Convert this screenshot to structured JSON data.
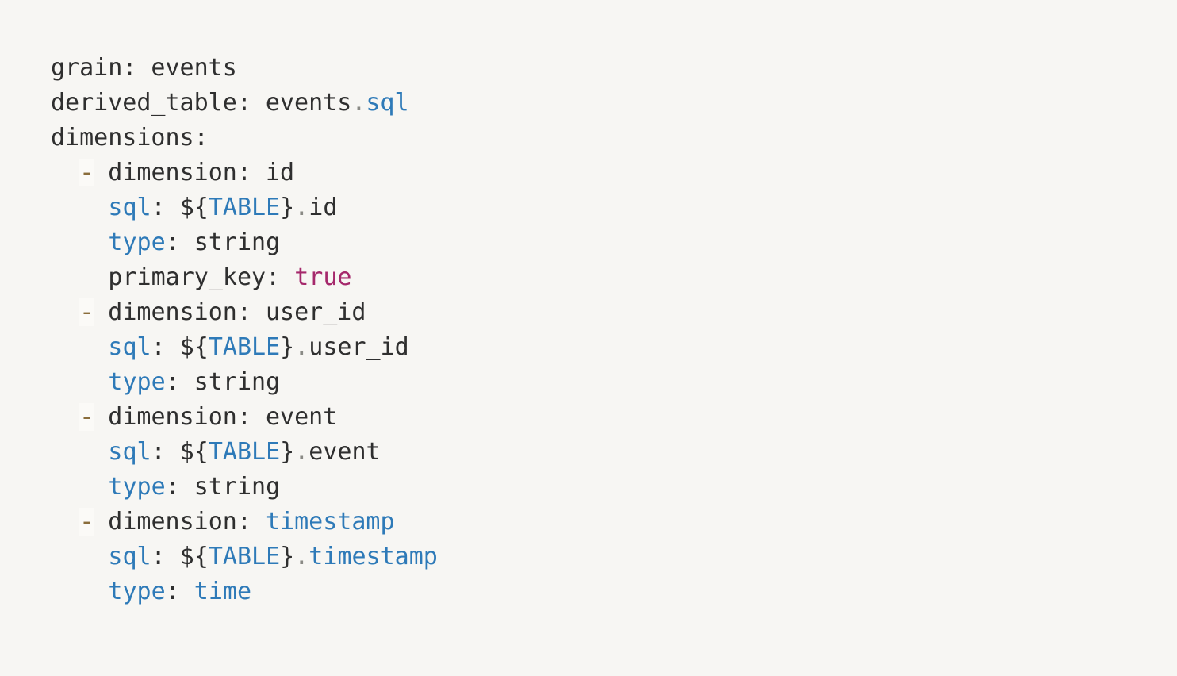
{
  "editor": {
    "background_color": "#f7f6f3",
    "default_text_color": "#2f2f2f",
    "keyword_color": "#2e7ab8",
    "boolean_color": "#a5286b",
    "dash_color": "#8a6d3b",
    "dot_color": "#8a8a85",
    "language": "lookml"
  },
  "code": {
    "lines": [
      {
        "indent": 0,
        "tokens": [
          {
            "t": "grain",
            "c": "key"
          },
          {
            "t": ":",
            "c": "colon"
          },
          {
            "t": " events",
            "c": "plain"
          }
        ]
      },
      {
        "indent": 0,
        "tokens": [
          {
            "t": "derived_table",
            "c": "key"
          },
          {
            "t": ":",
            "c": "colon"
          },
          {
            "t": " events",
            "c": "plain"
          },
          {
            "t": ".",
            "c": "dot"
          },
          {
            "t": "sql",
            "c": "kw"
          }
        ]
      },
      {
        "indent": 0,
        "tokens": [
          {
            "t": "dimensions",
            "c": "key"
          },
          {
            "t": ":",
            "c": "colon"
          }
        ]
      },
      {
        "indent": 1,
        "tokens": [
          {
            "t": "-",
            "c": "dash"
          },
          {
            "t": " dimension",
            "c": "key"
          },
          {
            "t": ":",
            "c": "colon"
          },
          {
            "t": " id",
            "c": "plain"
          }
        ]
      },
      {
        "indent": 2,
        "tokens": [
          {
            "t": "sql",
            "c": "kw"
          },
          {
            "t": ":",
            "c": "colon"
          },
          {
            "t": " ${",
            "c": "punct"
          },
          {
            "t": "TABLE",
            "c": "kw"
          },
          {
            "t": "}",
            "c": "punct"
          },
          {
            "t": ".",
            "c": "dot"
          },
          {
            "t": "id",
            "c": "plain"
          }
        ]
      },
      {
        "indent": 2,
        "tokens": [
          {
            "t": "type",
            "c": "kw"
          },
          {
            "t": ":",
            "c": "colon"
          },
          {
            "t": " string",
            "c": "plain"
          }
        ]
      },
      {
        "indent": 2,
        "tokens": [
          {
            "t": "primary_key",
            "c": "key"
          },
          {
            "t": ":",
            "c": "colon"
          },
          {
            "t": " ",
            "c": "plain"
          },
          {
            "t": "true",
            "c": "bool"
          }
        ]
      },
      {
        "indent": 1,
        "tokens": [
          {
            "t": "-",
            "c": "dash"
          },
          {
            "t": " dimension",
            "c": "key"
          },
          {
            "t": ":",
            "c": "colon"
          },
          {
            "t": " user_id",
            "c": "plain"
          }
        ]
      },
      {
        "indent": 2,
        "tokens": [
          {
            "t": "sql",
            "c": "kw"
          },
          {
            "t": ":",
            "c": "colon"
          },
          {
            "t": " ${",
            "c": "punct"
          },
          {
            "t": "TABLE",
            "c": "kw"
          },
          {
            "t": "}",
            "c": "punct"
          },
          {
            "t": ".",
            "c": "dot"
          },
          {
            "t": "user_id",
            "c": "plain"
          }
        ]
      },
      {
        "indent": 2,
        "tokens": [
          {
            "t": "type",
            "c": "kw"
          },
          {
            "t": ":",
            "c": "colon"
          },
          {
            "t": " string",
            "c": "plain"
          }
        ]
      },
      {
        "indent": 1,
        "tokens": [
          {
            "t": "-",
            "c": "dash"
          },
          {
            "t": " dimension",
            "c": "key"
          },
          {
            "t": ":",
            "c": "colon"
          },
          {
            "t": " event",
            "c": "plain"
          }
        ]
      },
      {
        "indent": 2,
        "tokens": [
          {
            "t": "sql",
            "c": "kw"
          },
          {
            "t": ":",
            "c": "colon"
          },
          {
            "t": " ${",
            "c": "punct"
          },
          {
            "t": "TABLE",
            "c": "kw"
          },
          {
            "t": "}",
            "c": "punct"
          },
          {
            "t": ".",
            "c": "dot"
          },
          {
            "t": "event",
            "c": "plain"
          }
        ]
      },
      {
        "indent": 2,
        "tokens": [
          {
            "t": "type",
            "c": "kw"
          },
          {
            "t": ":",
            "c": "colon"
          },
          {
            "t": " string",
            "c": "plain"
          }
        ]
      },
      {
        "indent": 1,
        "tokens": [
          {
            "t": "-",
            "c": "dash"
          },
          {
            "t": " dimension",
            "c": "key"
          },
          {
            "t": ":",
            "c": "colon"
          },
          {
            "t": " ",
            "c": "plain"
          },
          {
            "t": "timestamp",
            "c": "kw"
          }
        ]
      },
      {
        "indent": 2,
        "tokens": [
          {
            "t": "sql",
            "c": "kw"
          },
          {
            "t": ":",
            "c": "colon"
          },
          {
            "t": " ${",
            "c": "punct"
          },
          {
            "t": "TABLE",
            "c": "kw"
          },
          {
            "t": "}",
            "c": "punct"
          },
          {
            "t": ".",
            "c": "dot"
          },
          {
            "t": "timestamp",
            "c": "kw"
          }
        ]
      },
      {
        "indent": 2,
        "tokens": [
          {
            "t": "type",
            "c": "kw"
          },
          {
            "t": ":",
            "c": "colon"
          },
          {
            "t": " ",
            "c": "plain"
          },
          {
            "t": "time",
            "c": "kw"
          }
        ]
      }
    ]
  }
}
